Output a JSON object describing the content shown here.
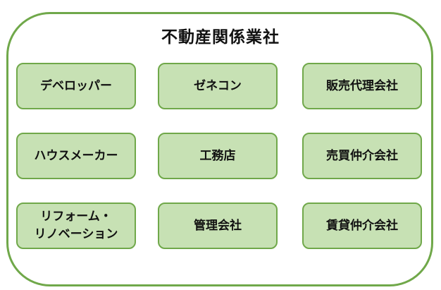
{
  "diagram": {
    "title": "不動産関係業社",
    "rows": [
      [
        "デベロッパー",
        "ゼネコン",
        "販売代理会社"
      ],
      [
        "ハウスメーカー",
        "工務店",
        "売買仲介会社"
      ],
      [
        "リフォーム・\nリノベーション",
        "管理会社",
        "賃貸仲介会社"
      ]
    ]
  },
  "colors": {
    "border": "#70a84a",
    "box_fill": "#c7e1b4",
    "text": "#111111"
  }
}
